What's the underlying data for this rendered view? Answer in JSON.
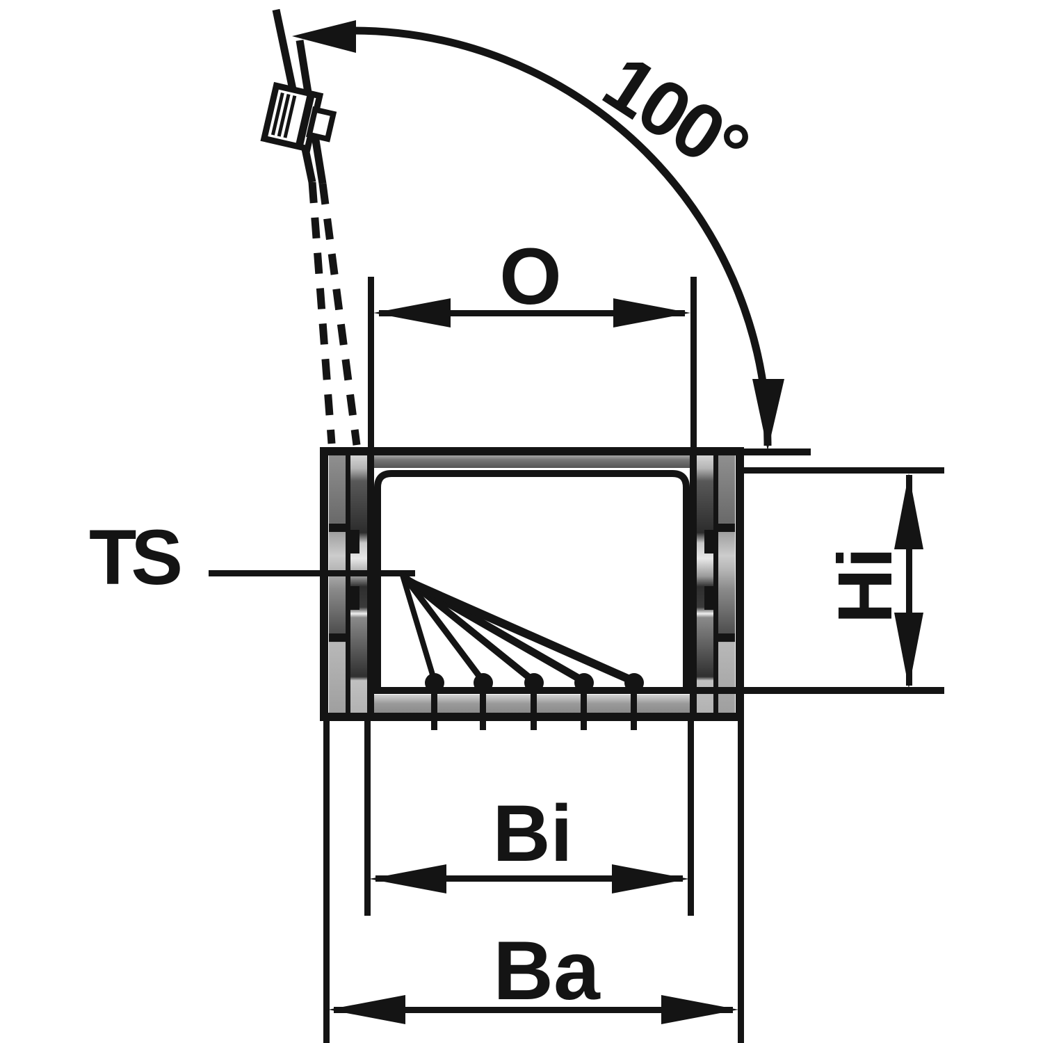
{
  "drawing": {
    "labels": {
      "angle": "100°",
      "opening_width": "O",
      "separator": "TS",
      "inner_height": "Hi",
      "inner_width": "Bi",
      "outer_width": "Ba"
    },
    "colors": {
      "ink": "#141414",
      "background": "#ffffff",
      "rail_gray_light": "#cccccc",
      "rail_gray_mid": "#8a8a8a",
      "rail_gray_dark": "#3a3a3a"
    }
  }
}
